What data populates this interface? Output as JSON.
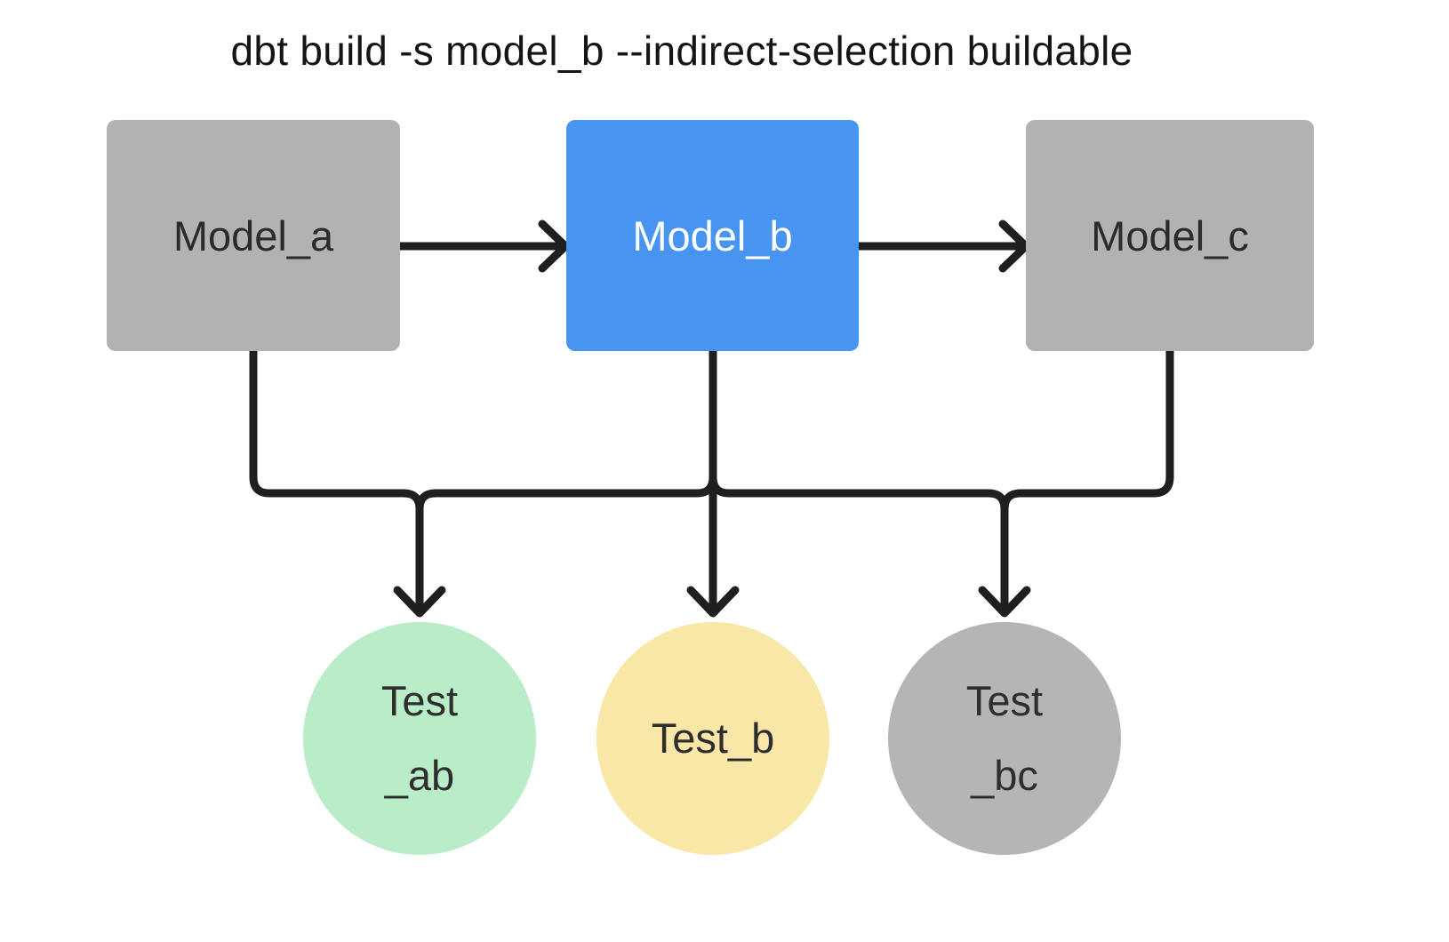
{
  "title": "dbt build -s model_b --indirect-selection buildable",
  "colors": {
    "background": "#ffffff",
    "line": "#1f1f1f",
    "title_text": "#151515"
  },
  "diagram": {
    "models": [
      {
        "id": "model_a",
        "label": "Model_a",
        "fill": "#b2b2b2",
        "text_color": "#2b2b2b",
        "selected": false
      },
      {
        "id": "model_b",
        "label": "Model_b",
        "fill": "#4794f1",
        "text_color": "#ffffff",
        "selected": true
      },
      {
        "id": "model_c",
        "label": "Model_c",
        "fill": "#b2b2b2",
        "text_color": "#2b2b2b",
        "selected": false
      }
    ],
    "tests": [
      {
        "id": "test_ab",
        "label_lines": [
          "Test",
          "_ab"
        ],
        "fill": "#b9edc7",
        "text_color": "#2e2e2e"
      },
      {
        "id": "test_b",
        "label_lines": [
          "Test_b"
        ],
        "fill": "#f8e7a7",
        "text_color": "#2e2e2e"
      },
      {
        "id": "test_bc",
        "label_lines": [
          "Test",
          "_bc"
        ],
        "fill": "#b5b5b5",
        "text_color": "#2e2e2e"
      }
    ],
    "edges": [
      {
        "from": "model_a",
        "to": "model_b"
      },
      {
        "from": "model_b",
        "to": "model_c"
      },
      {
        "from": "model_a",
        "to": "test_ab"
      },
      {
        "from": "model_b",
        "to": "test_ab"
      },
      {
        "from": "model_b",
        "to": "test_b"
      },
      {
        "from": "model_b",
        "to": "test_bc"
      },
      {
        "from": "model_c",
        "to": "test_bc"
      }
    ]
  }
}
